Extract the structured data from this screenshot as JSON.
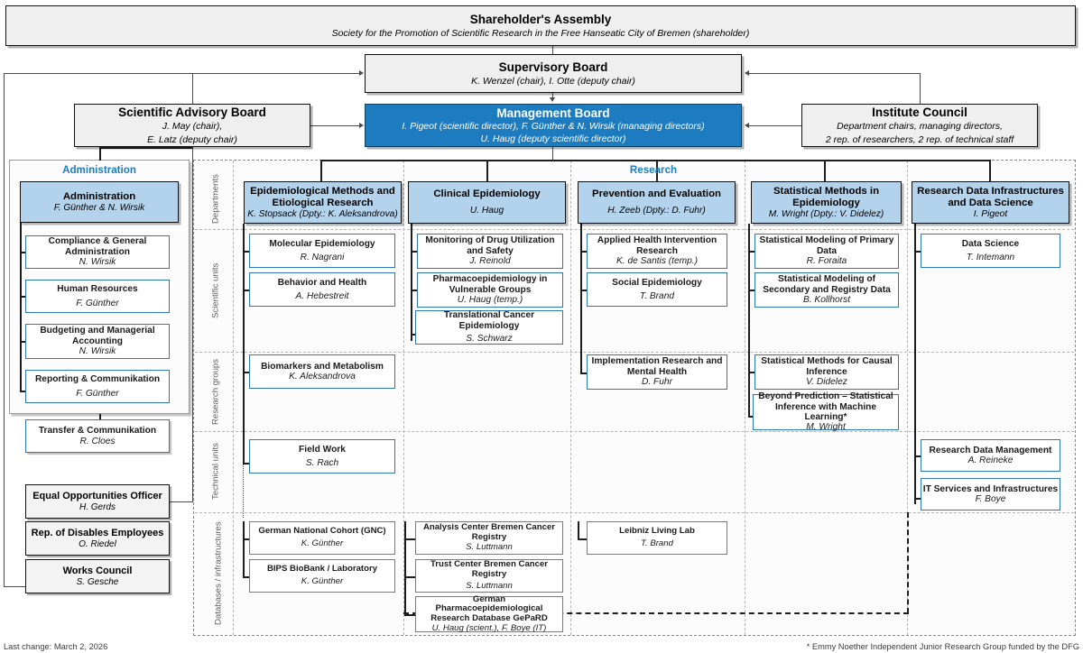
{
  "governance": {
    "shareholders_assembly": {
      "title": "Shareholder's Assembly",
      "subtitle": "Society for the Promotion of Scientific Research in the Free Hanseatic City of Bremen (shareholder)"
    },
    "supervisory_board": {
      "title": "Supervisory Board",
      "subtitle": "K. Wenzel (chair), I. Otte (deputy chair)"
    },
    "scientific_advisory_board": {
      "title": "Scientific Advisory Board",
      "subtitle_line1": "J. May (chair),",
      "subtitle_line2": "E. Latz (deputy chair)"
    },
    "management_board": {
      "title": "Management Board",
      "subtitle_line1": "I. Pigeot (scientific director), F. Günther & N. Wirsik (managing directors)",
      "subtitle_line2": "U. Haug (deputy scientific director)"
    },
    "institute_council": {
      "title": "Institute Council",
      "subtitle_line1": "Department chairs, managing directors,",
      "subtitle_line2": "2 rep. of researchers, 2 rep. of technical staff"
    }
  },
  "administration": {
    "panel_title": "Administration",
    "head": {
      "title": "Administration",
      "person": "F. Günther & N. Wirsik"
    },
    "units": [
      {
        "title": "Compliance & General Administration",
        "person": "N. Wirsik"
      },
      {
        "title": "Human Resources",
        "person": "F. Günther"
      },
      {
        "title": "Budgeting and Managerial Accounting",
        "person": "N. Wirsik"
      },
      {
        "title": "Reporting & Communikation",
        "person": "F. Günther"
      }
    ],
    "transfer": {
      "title": "Transfer & Communikation",
      "person": "R. Cloes"
    }
  },
  "committees": [
    {
      "title": "Equal Opportunities Officer",
      "person": "H. Gerds"
    },
    {
      "title": "Rep. of Disables Employees",
      "person": "O. Riedel"
    },
    {
      "title": "Works Council",
      "person": "S. Gesche"
    }
  ],
  "research": {
    "panel_title": "Research",
    "row_labels": [
      "Departments",
      "Scientific units",
      "Research groups",
      "Technical units",
      "Databases / infrastructures"
    ],
    "departments": [
      {
        "title_line1": "Epidemiological Methods and",
        "title_line2": "Etiological Research",
        "person": "K. Stopsack (Dpty.: K. Aleksandrova)",
        "scientific_units": [
          {
            "title": "Molecular Epidemiology",
            "person": "R. Nagrani"
          },
          {
            "title": "Behavior and Health",
            "person": "A. Hebestreit"
          }
        ],
        "research_groups": [
          {
            "title": "Biomarkers and Metabolism",
            "person": "K. Aleksandrova"
          }
        ],
        "technical_units": [
          {
            "title": "Field Work",
            "person": "S. Rach"
          }
        ],
        "databases": [
          {
            "title": "German National Cohort (GNC)",
            "person": "K. Günther"
          },
          {
            "title": "BIPS BioBank / Laboratory",
            "person": "K. Günther"
          }
        ]
      },
      {
        "title_line1": "Clinical Epidemiology",
        "title_line2": "",
        "person": "U. Haug",
        "scientific_units": [
          {
            "title": "Monitoring of Drug Utilization and Safety",
            "person": "J. Reinold"
          },
          {
            "title": "Pharmacoepidemiology in Vulnerable Groups",
            "person": "U. Haug (temp.)"
          },
          {
            "title": "Translational Cancer Epidemiology",
            "person": "S. Schwarz"
          }
        ],
        "research_groups": [],
        "technical_units": [],
        "databases": [
          {
            "title": "Analysis Center Bremen Cancer Registry",
            "person": "S. Luttmann"
          },
          {
            "title": "Trust Center Bremen Cancer Registry",
            "person": "S. Luttmann"
          },
          {
            "title": "German Pharmacoepidemiological Research Database GePaRD",
            "person": "U. Haug (scient.), F. Boye (IT)"
          }
        ]
      },
      {
        "title_line1": "Prevention and Evaluation",
        "title_line2": "",
        "person": "H. Zeeb (Dpty.: D. Fuhr)",
        "scientific_units": [
          {
            "title": "Applied Health Intervention Research",
            "person": "K. de Santis (temp.)"
          },
          {
            "title": "Social Epidemiology",
            "person": "T. Brand"
          }
        ],
        "research_groups": [
          {
            "title": "Implementation Research and Mental Health",
            "person": "D. Fuhr"
          }
        ],
        "technical_units": [],
        "databases": [
          {
            "title": "Leibniz Living Lab",
            "person": "T. Brand"
          }
        ]
      },
      {
        "title_line1": "Statistical Methods in",
        "title_line2": "Epidemiology",
        "person": "M. Wright (Dpty.: V. Didelez)",
        "scientific_units": [
          {
            "title": "Statistical Modeling of Primary Data",
            "person": "R. Foraita"
          },
          {
            "title": "Statistical Modeling of Secondary and Registry Data",
            "person": "B. Kollhorst"
          }
        ],
        "research_groups": [
          {
            "title": "Statistical Methods for Causal Inference",
            "person": "V. Didelez"
          },
          {
            "title": "Beyond Prediction – Statistical Inference with Machine Learning*",
            "person": "M. Wright"
          }
        ],
        "technical_units": [],
        "databases": []
      },
      {
        "title_line1": "Research Data Infrastructures",
        "title_line2": "and Data Science",
        "person": "I. Pigeot",
        "scientific_units": [
          {
            "title": "Data Science",
            "person": "T. Intemann"
          }
        ],
        "research_groups": [],
        "technical_units": [
          {
            "title": "Research Data Management",
            "person": "A. Reineke"
          },
          {
            "title": "IT Services and Infrastructures",
            "person": "F. Boye"
          }
        ],
        "databases": []
      }
    ]
  },
  "footer": {
    "last_change": "Last change: March 2, 2026",
    "footnote": "* Emmy Noether Independent Junior Research Group funded by the DFG"
  },
  "colors": {
    "accent_blue": "#1c7cbf",
    "dept_fill": "#b3d2ec",
    "unit_border": "#2e78b8",
    "db_border": "#7b7b7b",
    "gov_fill": "#efefef"
  }
}
